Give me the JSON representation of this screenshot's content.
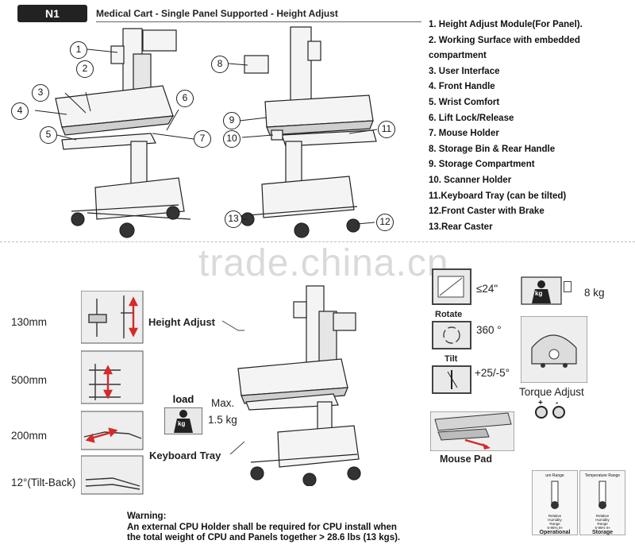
{
  "header": {
    "model_tag": "N1",
    "title": "Medical Cart - Single Panel Supported - Height Adjust"
  },
  "parts": [
    "1. Height Adjust Module(For Panel).",
    "2. Working Surface with embedded",
    "compartment",
    "3. User Interface",
    "4. Front Handle",
    "5. Wrist Comfort",
    "6. Lift Lock/Release",
    "7. Mouse Holder",
    "8. Storage Bin & Rear Handle",
    "9. Storage Compartment",
    "10. Scanner Holder",
    "11.Keyboard Tray (can be tilted)",
    "12.Front Caster with Brake",
    "13.Rear Caster"
  ],
  "callouts": [
    "1",
    "2",
    "3",
    "4",
    "5",
    "6",
    "7",
    "8",
    "9",
    "10",
    "11",
    "12",
    "13"
  ],
  "watermark": "trade.china.cn",
  "features": {
    "height_adjust": "Height Adjust",
    "keyboard_tray": "Keyboard Tray",
    "mouse_pad": "Mouse Pad",
    "torque_adjust": "Torque Adjust",
    "load_title": "load",
    "load_badge": "kg",
    "load_max": "Max.",
    "load_value": "1.5 kg",
    "panel_size": "≤24\"",
    "panel_weight_badge": "kg",
    "panel_weight": "8 kg",
    "rotate_title": "Rotate",
    "rotate_value": "360 °",
    "tilt_title": "Tilt",
    "tilt_value": "+25/-5°",
    "torque_plus": "+",
    "torque_minus": "-"
  },
  "measurements": [
    "130mm",
    "500mm",
    "200mm",
    "12°(Tilt-Back)"
  ],
  "env_charts": [
    {
      "top": "ure Range",
      "label1": "Relative",
      "label2": "Humidity",
      "label3": "Range",
      "range": "5-95% rH",
      "caption": "Operational"
    },
    {
      "top": "Temperature Range",
      "label1": "Relative",
      "label2": "Humidity",
      "label3": "Range",
      "range": "5-95% rH",
      "caption": "Storage"
    }
  ],
  "warning": {
    "title": "Warning:",
    "line1": "An external CPU Holder shall be required for CPU install when",
    "line2": "the total weight of CPU and Panels together > 28.6 lbs (13 kgs)."
  },
  "colors": {
    "accent": "#d42a2a",
    "ink": "#222222",
    "tag_bg": "#222222"
  }
}
